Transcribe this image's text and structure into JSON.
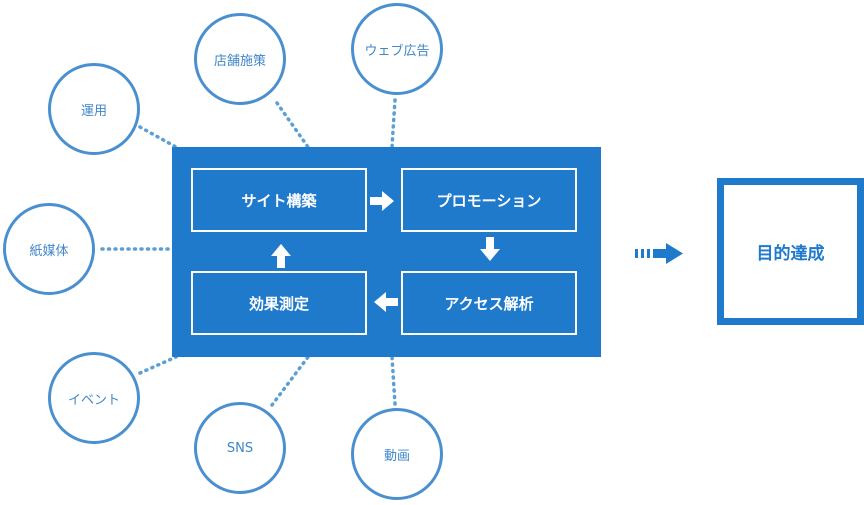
{
  "colors": {
    "primary": "#1f7acb",
    "circle_border": "#4a90d0",
    "dots": "#5b9fd6",
    "background": "#ffffff"
  },
  "circles": {
    "unyo": "運用",
    "tenpo": "店舗施策",
    "web": "ウェブ広告",
    "shibaitai": "紙媒体",
    "event": "イベント",
    "sns": "SNS",
    "douga": "動画"
  },
  "steps": {
    "site": "サイト構築",
    "promotion": "プロモーション",
    "kouka": "効果測定",
    "access": "アクセス解析"
  },
  "goal": "目的達成"
}
